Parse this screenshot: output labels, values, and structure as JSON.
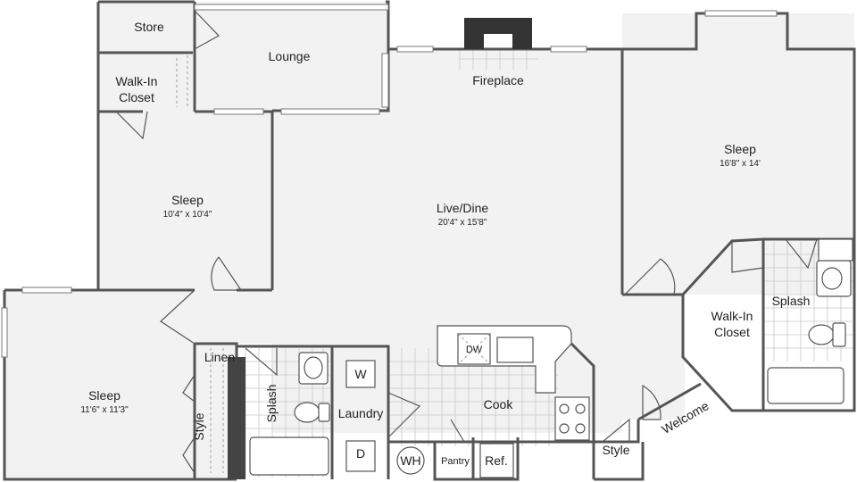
{
  "rooms": {
    "store": "Store",
    "lounge": "Lounge",
    "walkin_closet_left_line1": "Walk-In",
    "walkin_closet_left_line2": "Closet",
    "fireplace": "Fireplace",
    "sleep_top_right": {
      "name": "Sleep",
      "dims": "16'8\" x 14'"
    },
    "sleep_middle_left": {
      "name": "Sleep",
      "dims": "10'4\" x 10'4\""
    },
    "live_dine": {
      "name": "Live/Dine",
      "dims": "20'4\" x 15'8\""
    },
    "splash_right": "Splash",
    "walkin_closet_right_line1": "Walk-In",
    "walkin_closet_right_line2": "Closet",
    "sleep_bottom_left": {
      "name": "Sleep",
      "dims": "11'6\" x 11'3\""
    },
    "linen": "Linen",
    "style_left": "Style",
    "splash_left": "Splash",
    "laundry": "Laundry",
    "washer": "W",
    "dryer": "D",
    "water_heater": "WH",
    "pantry": "Pantry",
    "refrigerator": "Ref.",
    "cook": "Cook",
    "dishwasher": "DW",
    "style_right": "Style",
    "welcome": "Welcome"
  }
}
